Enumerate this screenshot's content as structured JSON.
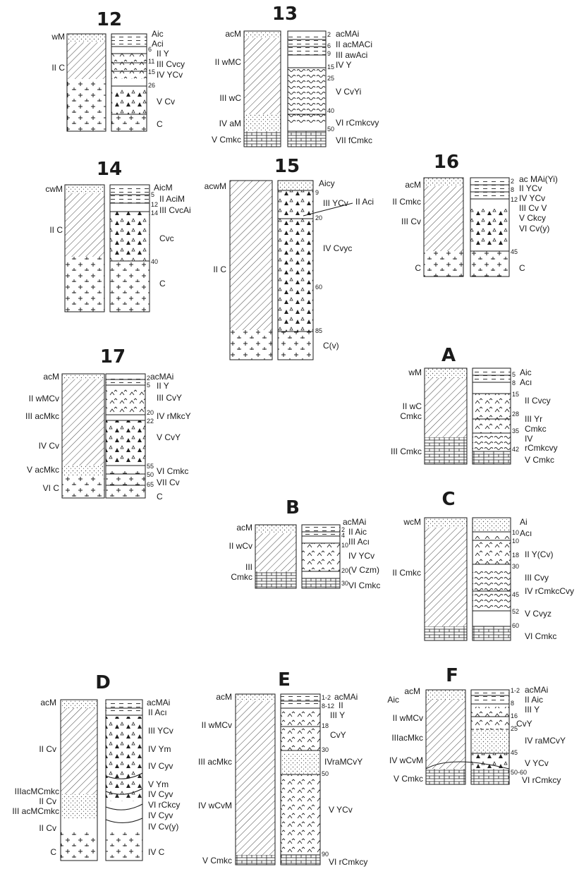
{
  "profiles": [
    {
      "id": "12",
      "title": "12",
      "left": [
        "wM",
        "II C"
      ],
      "right": [
        "Aic",
        "Aci",
        "II Y",
        "III Cvcy",
        "IV YCv",
        "V Cv",
        "C"
      ],
      "depths": [
        "6",
        "11",
        "15",
        "26"
      ]
    },
    {
      "id": "13",
      "title": "13",
      "left": [
        "acM",
        "II wMC",
        "III wC",
        "IV aM",
        "V Cmkc"
      ],
      "right": [
        "acMAi",
        "II acMACi",
        "III awAci",
        "IV Y",
        "V CvYi",
        "VI rCmkcvy",
        "VII fCmkc"
      ],
      "depths": [
        "2",
        "6",
        "9",
        "15",
        "25",
        "40",
        "50"
      ]
    },
    {
      "id": "14",
      "title": "14",
      "left": [
        "cwM",
        "II C"
      ],
      "right": [
        "AicM",
        "II AciM",
        "III CvcAi",
        "Cvc",
        "C"
      ],
      "depths": [
        "5",
        "12",
        "14",
        "40"
      ]
    },
    {
      "id": "15",
      "title": "15",
      "left": [
        "acwM",
        "II C"
      ],
      "right": [
        "Aicy",
        "III YCv",
        "II Aci",
        "IV Cvyc",
        "C(v)"
      ],
      "depths": [
        "9",
        "20",
        "60",
        "85"
      ]
    },
    {
      "id": "16",
      "title": "16",
      "left": [
        "acM",
        "II Cmkc",
        "III Cv",
        "C"
      ],
      "right": [
        "ac MAi(Yi)",
        "II YCv",
        "IV YCv",
        "III Cv V",
        "V Ckcy",
        "VI Cv(y)",
        "C"
      ],
      "depths": [
        "2",
        "8",
        "12",
        "45"
      ]
    },
    {
      "id": "17",
      "title": "17",
      "left": [
        "acM",
        "II wMCv",
        "III acMkc",
        "IV Cv",
        "V acMkc",
        "VI C"
      ],
      "right": [
        "acMAi",
        "II Y",
        "III CvY",
        "IV rMkcY",
        "V CvY",
        "VI Cmkc",
        "VII Cv",
        "C"
      ],
      "depths": [
        "2",
        "5",
        "20",
        "22",
        "55",
        "50",
        "65"
      ]
    },
    {
      "id": "A",
      "title": "A",
      "left": [
        "wM",
        "II wC",
        "Cmkc",
        "III Cmkc"
      ],
      "right": [
        "Aic",
        "Acı",
        "II Cvcy",
        "III Yr",
        "Cmkc",
        "IV",
        "rCmkcvy",
        "V Cmkc"
      ],
      "depths": [
        "5",
        "8",
        "15",
        "28",
        "35",
        "42"
      ]
    },
    {
      "id": "B",
      "title": "B",
      "left": [
        "acM",
        "II wCv",
        "III",
        "Cmkc"
      ],
      "right": [
        "acMAi",
        "II Aic",
        "III Acı",
        "IV YCv",
        "(V Czm)",
        "VI Cmkc"
      ],
      "depths": [
        "2",
        "4",
        "10",
        "20",
        "30"
      ]
    },
    {
      "id": "C",
      "title": "C",
      "left": [
        "wcM",
        "II Cmkc"
      ],
      "right": [
        "Ai",
        "Acı",
        "II Y(Cv)",
        "III Cvy",
        "IV rCmkcCvy",
        "V Cvyz",
        "VI Cmkc"
      ],
      "depths": [
        "10",
        "10",
        "18",
        "30",
        "45",
        "52",
        "60"
      ]
    },
    {
      "id": "D",
      "title": "D",
      "left": [
        "acM",
        "II Cv",
        "IIIacMCmkc",
        "II Cv",
        "III acMCmkc",
        "II Cv",
        "C"
      ],
      "right": [
        "acMAi",
        "II Acı",
        "III YCv",
        "IV Ym",
        "IV Cyv",
        "V Ym",
        "IV Cyv",
        "VI rCkcy",
        "IV Cyv",
        "IV Cv(y)",
        "IV C"
      ],
      "depths": []
    },
    {
      "id": "E",
      "title": "E",
      "left": [
        "acM",
        "II wMCv",
        "III acMkc",
        "IV wCvM",
        "V Cmkc"
      ],
      "right": [
        "acMAi",
        "II",
        "III Y",
        "CvY",
        "IVraMCvY",
        "V YCv",
        "VI rCmkcy"
      ],
      "depths": [
        "1-2",
        "8-12",
        "18",
        "30",
        "50",
        "90"
      ]
    },
    {
      "id": "F",
      "title": "F",
      "left": [
        "acM",
        "Aic",
        "II wMCv",
        "IIIacMkc",
        "IV wCvM",
        "V Cmkc"
      ],
      "right": [
        "acMAi",
        "II Aic",
        "III Y",
        "CvY",
        "IV raMCvY",
        "V YCv",
        "VI rCmkcy"
      ],
      "depths": [
        "1-2",
        "8",
        "16",
        "25",
        "45",
        "50-60"
      ]
    }
  ],
  "style": {
    "ink": "#1a1a1a",
    "paper": "#ffffff",
    "hatch": "#333333",
    "stipple": "#555555"
  }
}
